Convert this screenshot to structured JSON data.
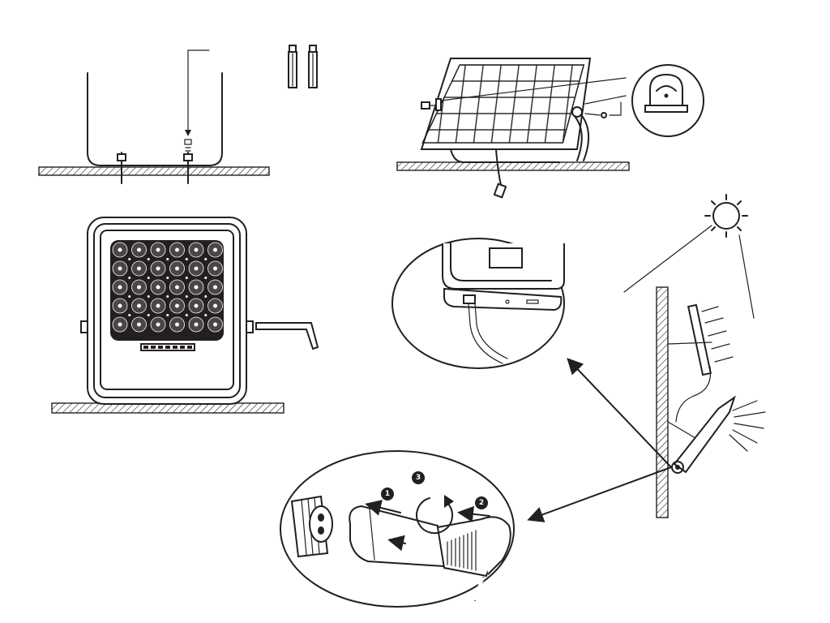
{
  "steps": [
    {
      "number": "1"
    },
    {
      "number": "2"
    },
    {
      "number": "3"
    }
  ],
  "icons": [
    "sun-icon",
    "arrow-icon",
    "rotate-arrow-icon",
    "screw-icon"
  ],
  "colors": {
    "line": "#231f20",
    "background": "#ffffff",
    "hatch": "#231f20"
  }
}
